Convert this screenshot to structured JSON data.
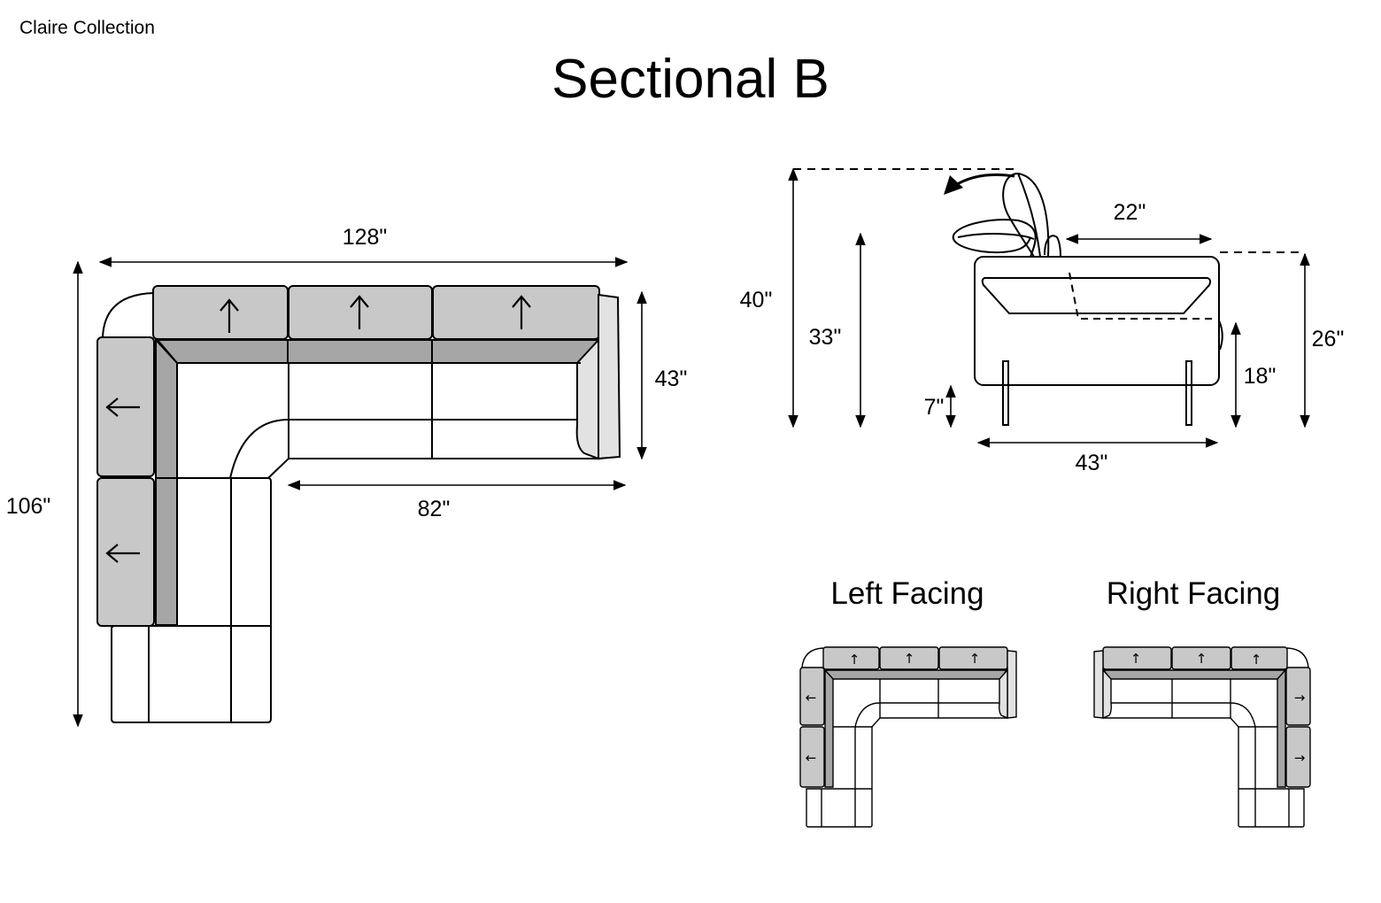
{
  "header": {
    "collection": "Claire Collection",
    "title": "Sectional B"
  },
  "top_view": {
    "width": "128\"",
    "depth": "106\"",
    "seat_depth": "43\"",
    "inner_width": "82\""
  },
  "side_view": {
    "height_raised": "40\"",
    "height_back": "33\"",
    "headrest_depth": "22\"",
    "arm_height": "26\"",
    "seat_height": "18\"",
    "leg_height": "7\"",
    "depth": "43\""
  },
  "orientations": {
    "left_label": "Left Facing",
    "right_label": "Right Facing"
  },
  "icons": {
    "back_cushion_arrow": "arrow-icon",
    "recline_arrow": "curved-arrow-icon"
  },
  "colors": {
    "cushion_light": "#c8c8c8",
    "cushion_dark": "#a6a6a6",
    "arm_light": "#e2e2e2",
    "line": "#000000"
  }
}
